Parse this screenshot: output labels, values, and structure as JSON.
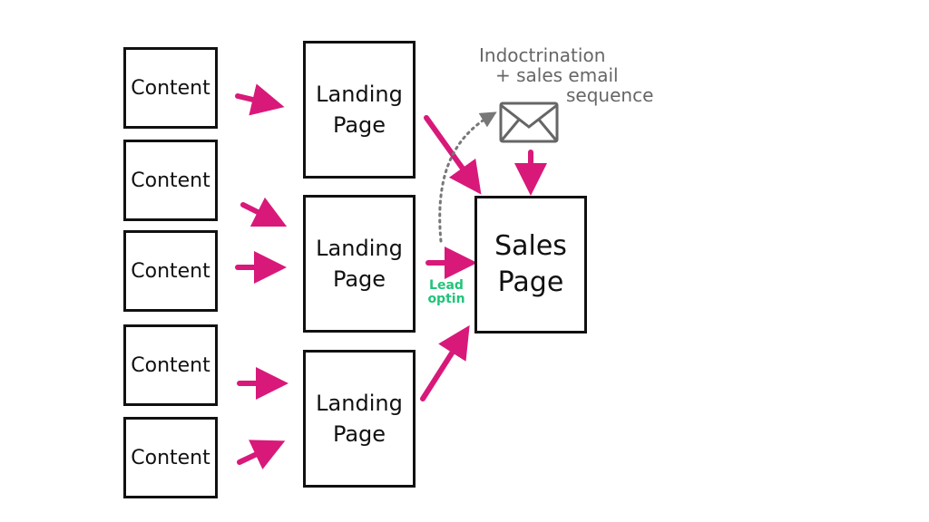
{
  "colors": {
    "arrow": "#d8197a",
    "ink": "#111111",
    "note": "#666666",
    "lead": "#21c47a"
  },
  "content_boxes": [
    {
      "label": "Content"
    },
    {
      "label": "Content"
    },
    {
      "label": "Content"
    },
    {
      "label": "Content"
    },
    {
      "label": "Content"
    }
  ],
  "landing_pages": [
    {
      "line1": "Landing",
      "line2": "Page"
    },
    {
      "line1": "Landing",
      "line2": "Page"
    },
    {
      "line1": "Landing",
      "line2": "Page"
    }
  ],
  "sales_page": {
    "line1": "Sales",
    "line2": "Page"
  },
  "email_note": {
    "line1": "Indoctrination",
    "line2": "+ sales email",
    "line3": "sequence",
    "icon": "envelope-icon"
  },
  "lead_optin": {
    "line1": "Lead",
    "line2": "optin"
  }
}
